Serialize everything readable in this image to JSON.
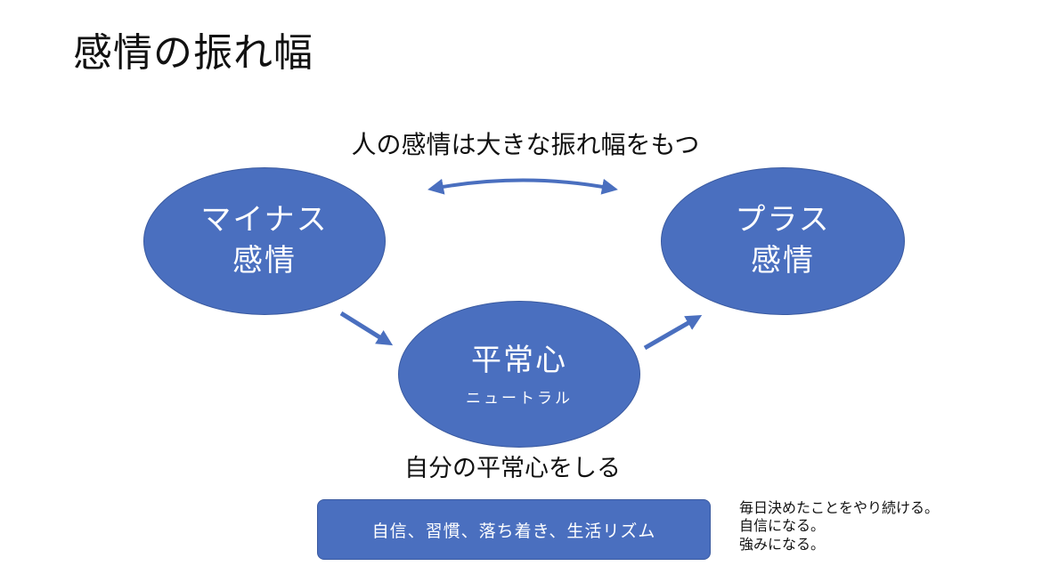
{
  "title": "感情の振れ幅",
  "top_caption": "人の感情は大きな振れ幅をもつ",
  "nodes": {
    "minus": {
      "line1": "マイナス",
      "line2": "感情"
    },
    "plus": {
      "line1": "プラス",
      "line2": "感情"
    },
    "neutral": {
      "line1": "平常心",
      "line2": "ニュートラル"
    }
  },
  "bottom_caption": "自分の平常心をしる",
  "keywords_box": "自信、習慣、落ち着き、生活リズム",
  "side_note": [
    "毎日決めたことをやり続ける。",
    "自信になる。",
    "強みになる。"
  ],
  "colors": {
    "shape_fill": "#4a6fbf",
    "arrow": "#4a6fbf"
  }
}
